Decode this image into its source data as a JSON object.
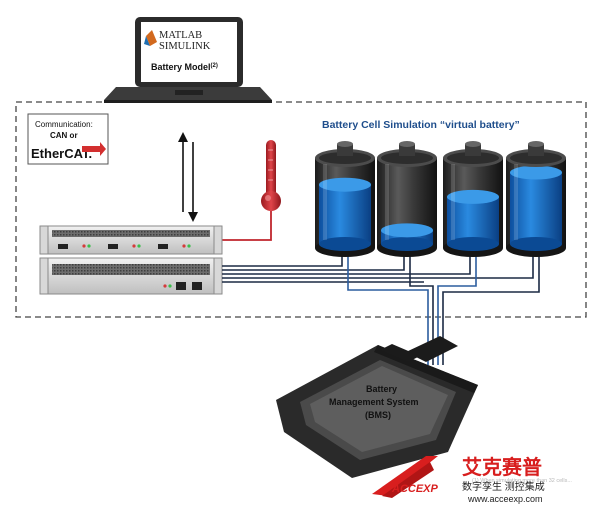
{
  "laptop": {
    "logo_line1": "MATLAB",
    "logo_line2": "SIMULINK",
    "model_label": "Battery Model",
    "model_superscript": "(2)"
  },
  "communication": {
    "title": "Communication:",
    "line2": "CAN or",
    "ethercat": "EtherCAT."
  },
  "simulation_title": "Battery Cell Simulation “virtual battery”",
  "bms": {
    "line1": "Battery",
    "line2": "Management System",
    "line3": "(BMS)"
  },
  "cells": [
    {
      "fill_fraction": 0.78
    },
    {
      "fill_fraction": 0.18
    },
    {
      "fill_fraction": 0.62
    },
    {
      "fill_fraction": 0.94
    }
  ],
  "watermark": {
    "brand_cn": "艾克赛普",
    "brand_latin": "ACCEXP",
    "tagline_cn": "数字孪生 测控集成",
    "url": "www.acceexp.com",
    "note": "(1) When simulating more than 32 cells..."
  },
  "colors": {
    "accent_blue": "#1f4e8c",
    "cell_blue": "#1c6fc4",
    "sensor_red": "#c0262d",
    "ethercat_red": "#d32f2f",
    "brand_red": "#d81e1e"
  }
}
